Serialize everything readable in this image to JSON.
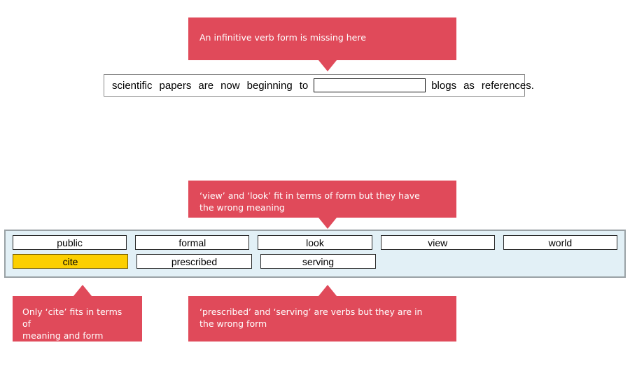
{
  "exercise": {
    "sentence": {
      "tokens_before": [
        "scientific",
        "papers",
        "are",
        "now",
        "beginning",
        "to"
      ],
      "blank_value": "",
      "blank_placeholder": "",
      "tokens_after": [
        "blogs",
        "as",
        "references."
      ]
    },
    "word_bank": {
      "rows": [
        [
          {
            "label": "public",
            "selected": false
          },
          {
            "label": "formal",
            "selected": false
          },
          {
            "label": "look",
            "selected": false
          },
          {
            "label": "view",
            "selected": false
          },
          {
            "label": "world",
            "selected": false
          }
        ],
        [
          {
            "label": "cite",
            "selected": true
          },
          {
            "label": "prescribed",
            "selected": false
          },
          {
            "label": "serving",
            "selected": false
          }
        ]
      ]
    }
  },
  "callouts": {
    "top": {
      "text": "An infinitive verb form is missing here",
      "direction": "down"
    },
    "middle": {
      "text": "‘view’ and ‘look’ fit in terms of form but they have\nthe wrong meaning",
      "direction": "down"
    },
    "bottom_left": {
      "text": "Only ‘cite’ fits in terms of\nmeaning and form",
      "direction": "up"
    },
    "bottom_right": {
      "text": "‘prescribed’ and ‘serving’ are verbs but they are in\nthe wrong form",
      "direction": "up"
    }
  },
  "colors": {
    "callout_red": "#e04a5a",
    "highlight_yellow": "#fccf00",
    "bank_background": "#e2f0f6",
    "bank_border": "#9aa2a6",
    "sentence_border": "#8a8a8a"
  }
}
